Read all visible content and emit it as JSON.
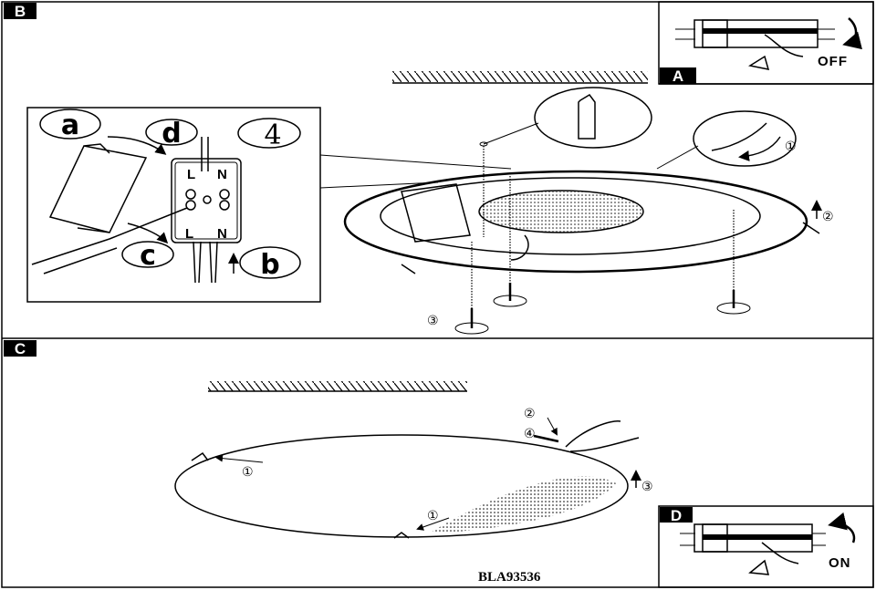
{
  "panels": {
    "b": {
      "label": "B"
    },
    "a": {
      "label": "A",
      "switch_state": "OFF"
    },
    "c": {
      "label": "C"
    },
    "d": {
      "label": "D",
      "switch_state": "ON"
    }
  },
  "wiring_detail": {
    "callouts": [
      "a",
      "d",
      "4",
      "c",
      "b"
    ],
    "terminals_top": [
      "L",
      "N"
    ],
    "terminals_bottom": [
      "L",
      "N"
    ]
  },
  "steps_b": {
    "s1": "①",
    "s2": "②",
    "s3": "③"
  },
  "steps_c": {
    "s1a": "①",
    "s1b": "①",
    "s2": "②",
    "s3": "③",
    "s4": "④"
  },
  "model_code": "BLA93536"
}
